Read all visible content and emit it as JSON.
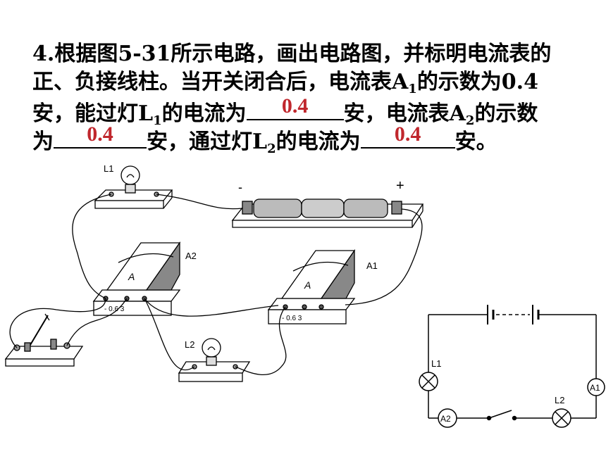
{
  "question": {
    "l1_text": "4.根据图5-31所示电路，画出电路图，并标明电流表的",
    "l2_text": "正、负接线柱。当开关闭合后，电流表A",
    "l2_sub": "1",
    "l2_tail": "的示数为0.4",
    "l3_a": "安，能过灯L",
    "l3_sub": "1",
    "l3_b": "的电流为",
    "l3_c": "安，电流表A",
    "l3_sub2": "2",
    "l3_d": "的示数",
    "l4_a": "为",
    "l4_b": "安，通过灯L",
    "l4_sub": "2",
    "l4_c": "的电流为",
    "l4_d": "安。"
  },
  "answers": {
    "blank1": "0.4",
    "blank2": "0.4",
    "blank3": "0.4"
  },
  "picture_labels": {
    "lamp1": "L1",
    "lamp2": "L2",
    "meter2": "A2",
    "meter1": "A1",
    "meter_face": "A",
    "minus": "-",
    "plus": "+",
    "terminals": "- 0.6  3"
  },
  "schematic_labels": {
    "l1": "L1",
    "l2": "L2",
    "a1": "A1",
    "a2": "A2"
  },
  "colors": {
    "answer": "#c0272d",
    "ink": "#000000"
  }
}
